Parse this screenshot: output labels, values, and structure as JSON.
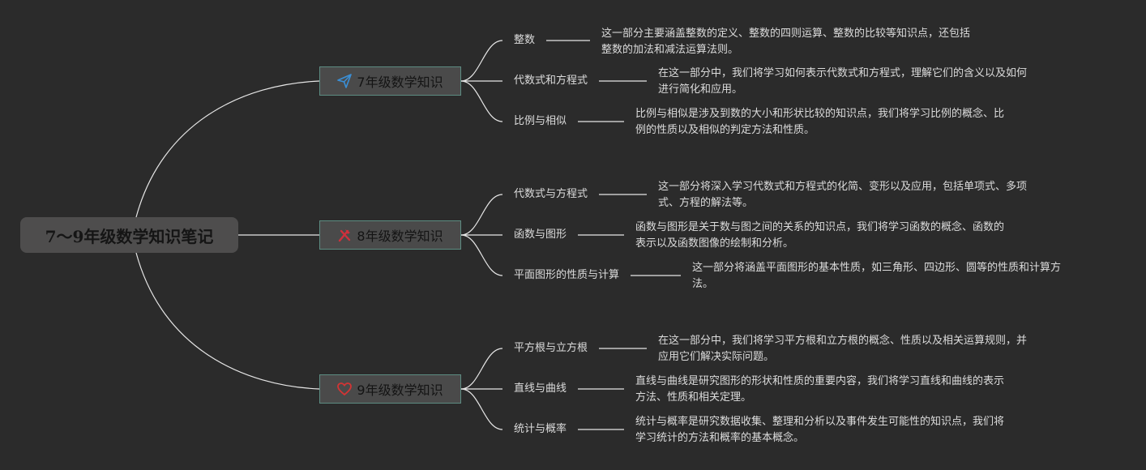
{
  "root": {
    "label": "7〜9年级数学知识笔记"
  },
  "grades": [
    {
      "label": "7年级数学知识",
      "icon": "paper-plane-icon",
      "icon_color": "#3a8fd6",
      "topics": [
        {
          "label": "整数",
          "desc_lines": [
            "这一部分主要涵盖整数的定义、整数的四则运算、整数的比较等知识点，还包括",
            "整数的加法和减法运算法则。"
          ]
        },
        {
          "label": "代数式和方程式",
          "desc_lines": [
            "在这一部分中，我们将学习如何表示代数式和方程式，理解它们的含义以及如何",
            "进行简化和应用。"
          ]
        },
        {
          "label": "比例与相似",
          "desc_lines": [
            "比例与相似是涉及到数的大小和形状比较的知识点，我们将学习比例的概念、比",
            "例的性质以及相似的判定方法和性质。"
          ]
        }
      ]
    },
    {
      "label": "8年级数学知识",
      "icon": "tools-icon",
      "icon_color": "#d0303c",
      "topics": [
        {
          "label": "代数式与方程式",
          "desc_lines": [
            "这一部分将深入学习代数式和方程式的化简、变形以及应用，包括单项式、多项",
            "式、方程的解法等。"
          ]
        },
        {
          "label": "函数与图形",
          "desc_lines": [
            "函数与图形是关于数与图之间的关系的知识点，我们将学习函数的概念、函数的",
            "表示以及函数图像的绘制和分析。"
          ]
        },
        {
          "label": "平面图形的性质与计算",
          "desc_lines": [
            "这一部分将涵盖平面图形的基本性质，如三角形、四边形、圆等的性质和计算方",
            "法。"
          ]
        }
      ]
    },
    {
      "label": "9年级数学知识",
      "icon": "heart-icon",
      "icon_color": "#d23434",
      "topics": [
        {
          "label": "平方根与立方根",
          "desc_lines": [
            "在这一部分中，我们将学习平方根和立方根的概念、性质以及相关运算规则，并",
            "应用它们解决实际问题。"
          ]
        },
        {
          "label": "直线与曲线",
          "desc_lines": [
            "直线与曲线是研究图形的形状和性质的重要内容，我们将学习直线和曲线的表示",
            "方法、性质和相关定理。"
          ]
        },
        {
          "label": "统计与概率",
          "desc_lines": [
            "统计与概率是研究数据收集、整理和分析以及事件发生可能性的知识点，我们将",
            "学习统计的方法和概率的基本概念。"
          ]
        }
      ]
    }
  ]
}
